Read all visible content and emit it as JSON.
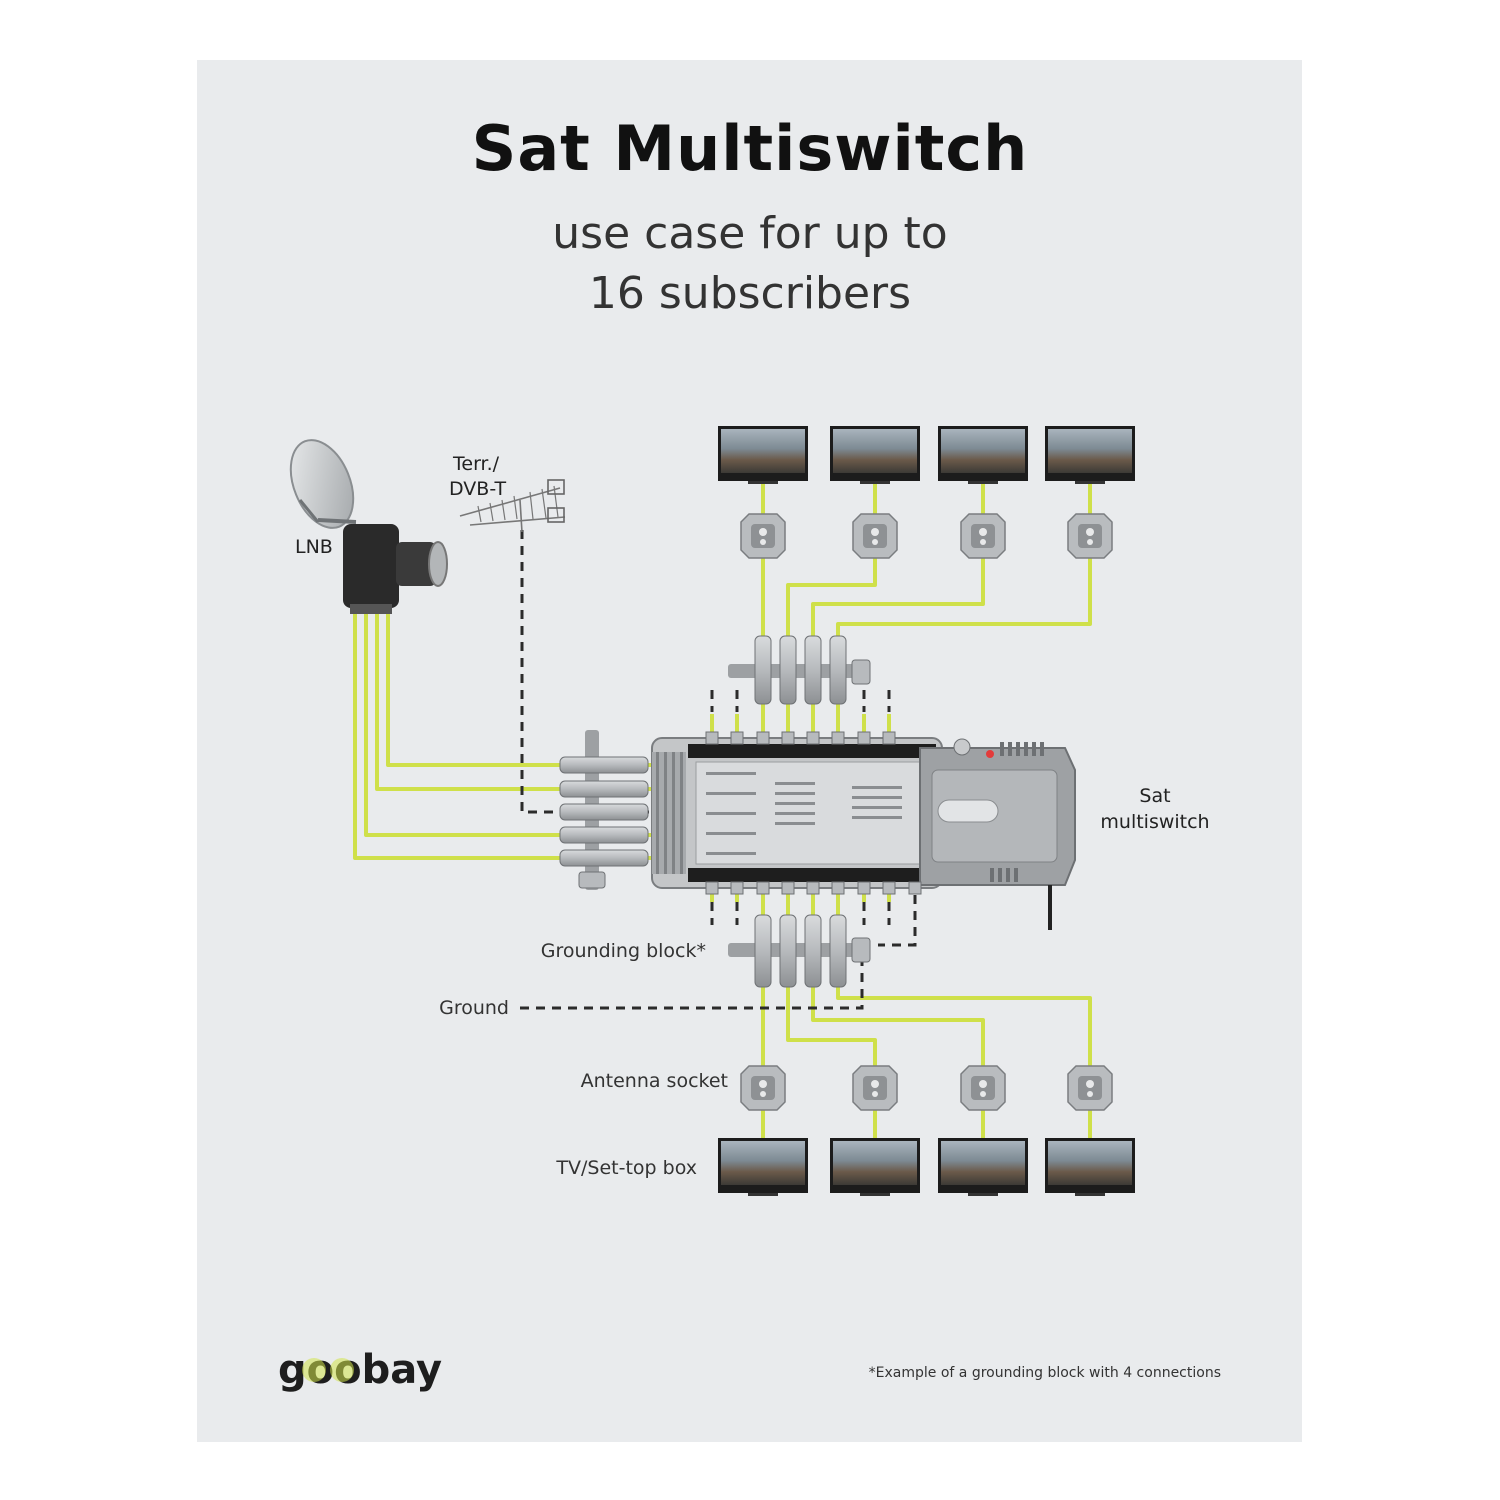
{
  "title": "Sat Multiswitch",
  "subtitle_lines": [
    "use case for up to",
    "16 subscribers"
  ],
  "labels": {
    "lnb": "LNB",
    "terr_line1": "Terr./",
    "terr_line2": "DVB-T",
    "sat_line1": "Sat",
    "sat_line2": "multiswitch",
    "grounding_block": "Grounding block*",
    "ground": "Ground",
    "antenna_socket": "Antenna socket",
    "tv": "TV/Set-top box"
  },
  "brand": {
    "logo_text": "goobay",
    "footnote": "*Example of a grounding block with 4 connections"
  },
  "colors": {
    "cable": "#cfe04a",
    "dashed": "#2b2b2b",
    "card_bg": "#e9ebed",
    "logo_accent": "#d2e44a"
  }
}
